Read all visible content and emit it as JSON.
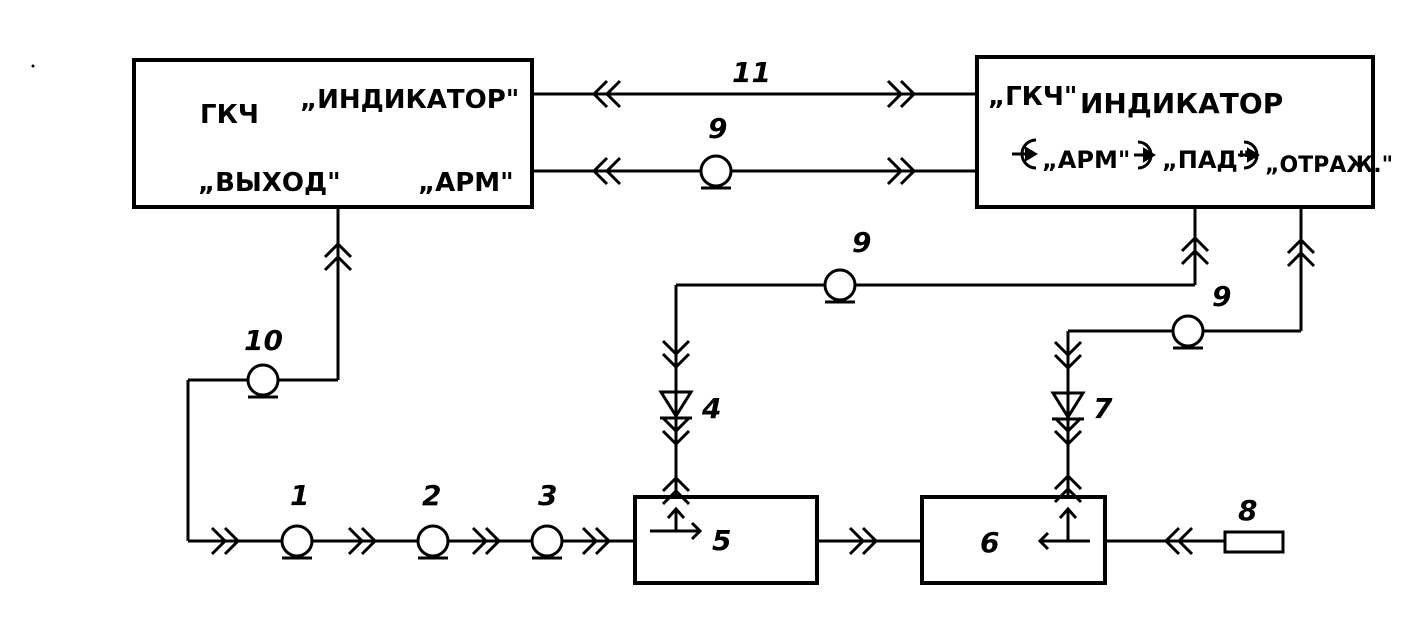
{
  "gkch_block": {
    "gkch": "ГКЧ",
    "indicator": "„ИНДИКАТОР\"",
    "output": "„ВЫХОД\"",
    "arm": "„АРМ\""
  },
  "indicator_block": {
    "gkch": "„ГКЧ\"",
    "title": "ИНДИКАТОР",
    "arm": "„АРМ\"",
    "pad": "„ПАД\"",
    "otrazh": "„ОТРАЖ.\""
  },
  "labels": {
    "l1": "1",
    "l2": "2",
    "l3": "3",
    "l4": "4",
    "l5": "5",
    "l6": "6",
    "l7": "7",
    "l8": "8",
    "l9_top": "9",
    "l9_mid": "9",
    "l9_right": "9",
    "l10": "10",
    "l11": "11"
  }
}
